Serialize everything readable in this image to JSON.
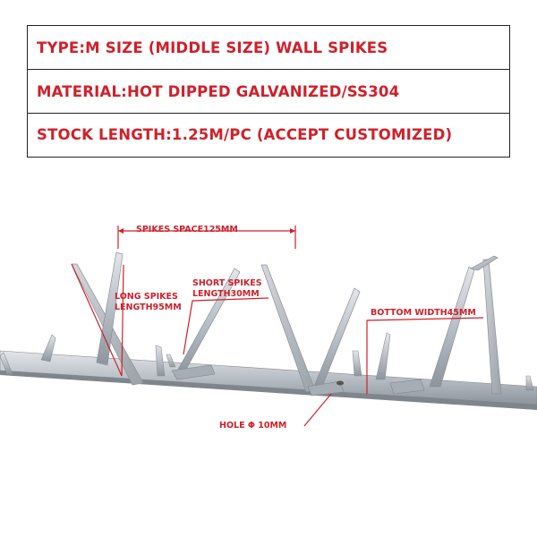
{
  "specs": [
    {
      "text": "TYPE:M SIZE (MIDDLE SIZE) WALL SPIKES"
    },
    {
      "text": "MATERIAL:HOT DIPPED GALVANIZED/SS304"
    },
    {
      "text": "STOCK LENGTH:1.25M/PC (ACCEPT CUSTOMIZED)"
    }
  ],
  "annotations": {
    "spacing": "SPIKES SPACE125MM",
    "long_spikes_1": "LONG SPIKES",
    "long_spikes_2": "LENGTH95MM",
    "short_spikes_1": "SHORT SPIKES",
    "short_spikes_2": "LENGTH30MM",
    "bottom_width": "BOTTOM WIDTH45MM",
    "hole": "HOLE Φ 10MM"
  },
  "colors": {
    "annotation": "#d0202a",
    "metal": "#b9bfc6"
  }
}
